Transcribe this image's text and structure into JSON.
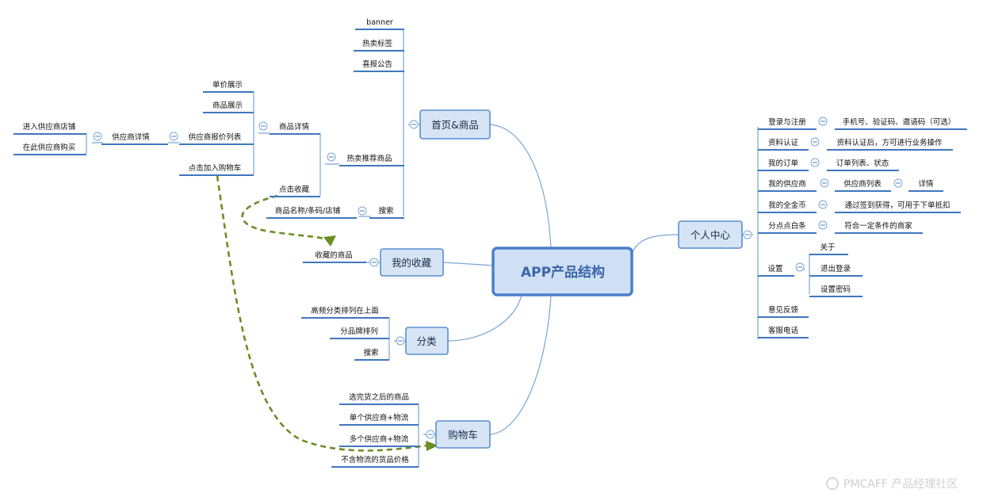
{
  "center": "APP产品结构",
  "branches": {
    "home": "首页&商品",
    "favorites": "我的收藏",
    "category": "分类",
    "cart": "购物车",
    "personal": "个人中心"
  },
  "home": {
    "banner": "banner",
    "hot_tags": "热卖标签",
    "news": "喜报公告",
    "hot_recommend": "热卖推荐商品",
    "search": "搜索",
    "search_fields": "商品名称/条码/店铺",
    "product_detail": "商品详情",
    "unit_price": "单价展示",
    "product_show": "商品展示",
    "supplier_prices": "供应商报价列表",
    "add_to_cart": "点击加入购物车",
    "click_favorite": "点击收藏",
    "supplier_detail": "供应商详情",
    "enter_store": "进入供应商店铺",
    "buy_here": "在此供应商购买"
  },
  "favorites": {
    "items": "收藏的商品"
  },
  "category": {
    "high_freq": "高频分类排列在上面",
    "by_brand": "分品牌排列",
    "search": "搜索"
  },
  "cart": {
    "selected": "选完货之后的商品",
    "single": "单个供应商+物流",
    "multi": "多个供应商+物流",
    "no_logistics": "不含物流的货品价格"
  },
  "personal": {
    "login": "登录与注册",
    "login_detail": "手机号、验证码、邀请码（可选）",
    "verify": "资料认证",
    "verify_detail": "资料认证后，方可进行业务操作",
    "orders": "我的订单",
    "orders_detail": "订单列表、状态",
    "suppliers": "我的供应商",
    "supplier_list": "供应商列表",
    "supplier_list_detail": "详情",
    "coins": "我的全金币",
    "coins_detail": "通过签到获得，可用于下单抵扣",
    "credit": "分点点白条",
    "credit_detail": "符合一定条件的商家",
    "settings": "设置",
    "about": "关于",
    "logout": "退出登录",
    "set_password": "设置密码",
    "feedback": "意见反馈",
    "service_phone": "客服电话"
  },
  "watermark": "PMCAFF 产品经理社区"
}
